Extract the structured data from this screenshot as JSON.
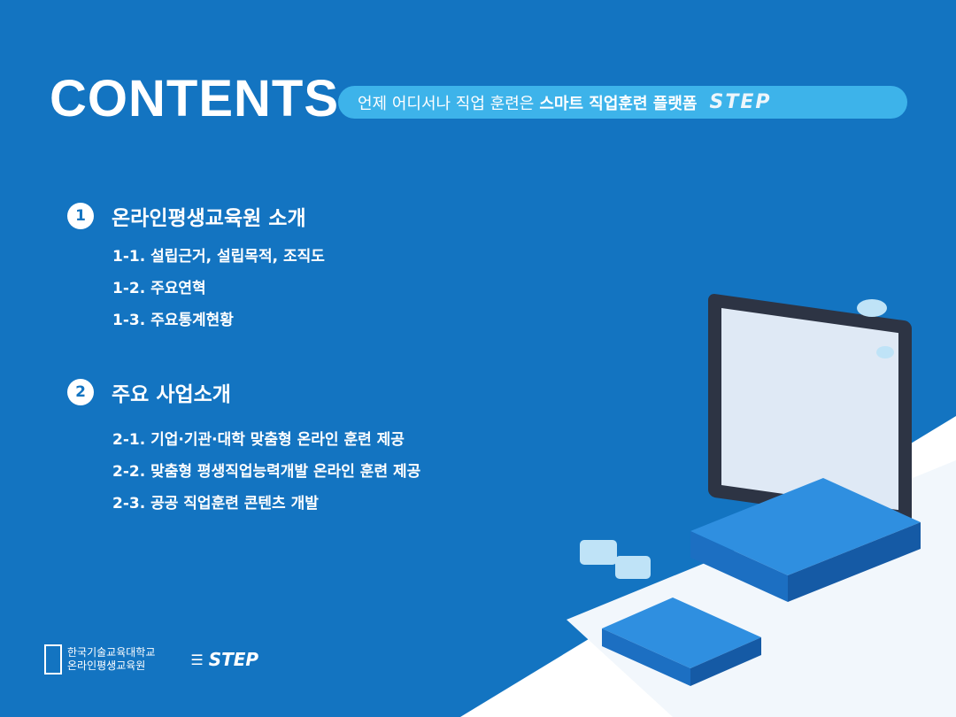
{
  "header": {
    "title": "CONTENTS",
    "tagline_prefix": "언제 어디서나 직업 훈련은",
    "tagline_strong": "스마트 직업훈련 플랫폼",
    "tagline_brand": "STEP"
  },
  "sections": [
    {
      "number": "1",
      "title": "온라인평생교육원 소개",
      "items": [
        "1-1. 설립근거, 설립목적, 조직도",
        "1-2. 주요연혁",
        "1-3. 주요통계현황"
      ]
    },
    {
      "number": "2",
      "title": "주요 사업소개",
      "items": [
        "2-1. 기업·기관·대학 맞춤형 온라인 훈련 제공",
        "2-2. 맞춤형 평생직업능력개발 온라인 훈련 제공",
        "2-3. 공공 직업훈련 콘텐츠 개발"
      ]
    }
  ],
  "footer": {
    "org_line1": "한국기술교육대학교",
    "org_line2": "온라인평생교육원",
    "brand": "STEP"
  },
  "colors": {
    "background": "#1374c1",
    "pill": "#3db3ea"
  }
}
